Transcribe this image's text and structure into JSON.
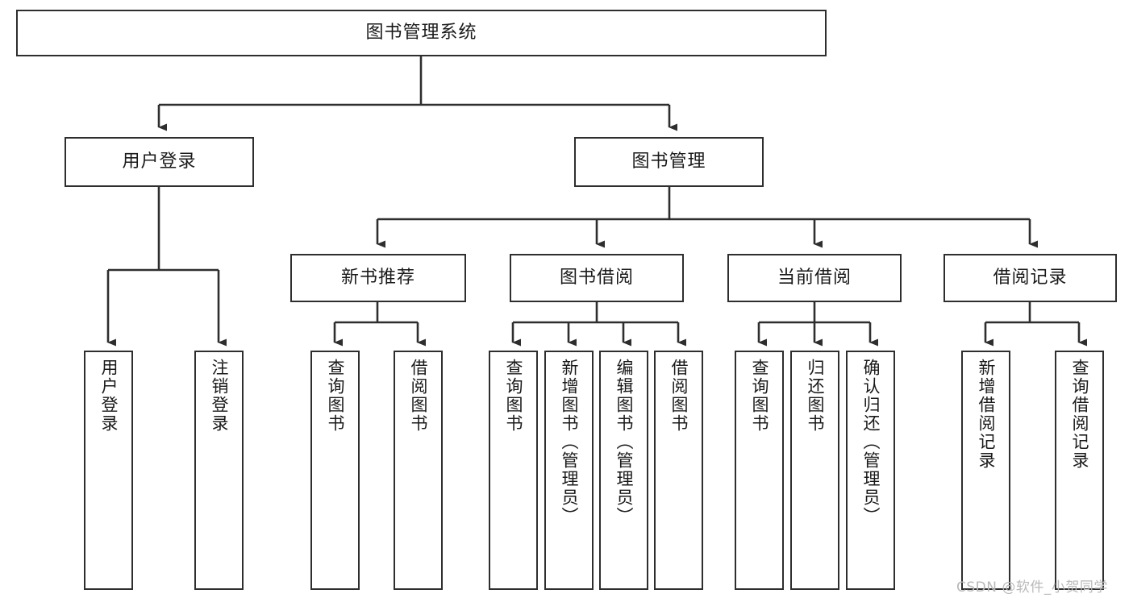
{
  "diagram": {
    "title": "图书管理系统",
    "watermark": "CSDN @软件_小贺同学",
    "colors": {
      "box_border": "#2e2e2e",
      "box_fill": "#ffffff",
      "edge": "#2e2e2e",
      "text": "#1a1a1a",
      "watermark": "#b9b9b9"
    },
    "root": {
      "id": "root",
      "label": "图书管理系统",
      "orientation": "horizontal"
    },
    "level2": [
      {
        "id": "user-login",
        "label": "用户登录",
        "orientation": "horizontal"
      },
      {
        "id": "book-manage",
        "label": "图书管理",
        "orientation": "horizontal"
      }
    ],
    "level3": [
      {
        "id": "new-book-recommend",
        "label": "新书推荐",
        "orientation": "horizontal",
        "parent": "book-manage"
      },
      {
        "id": "book-borrow",
        "label": "图书借阅",
        "orientation": "horizontal",
        "parent": "book-manage"
      },
      {
        "id": "current-borrow",
        "label": "当前借阅",
        "orientation": "horizontal",
        "parent": "book-manage"
      },
      {
        "id": "borrow-record",
        "label": "借阅记录",
        "orientation": "horizontal",
        "parent": "book-manage"
      }
    ],
    "leaves": [
      {
        "id": "leaf-user-login",
        "label": "用户登录",
        "parent": "user-login"
      },
      {
        "id": "leaf-user-logout",
        "label": "注销登录",
        "parent": "user-login"
      },
      {
        "id": "leaf-query-book-1",
        "label": "查询图书",
        "parent": "new-book-recommend"
      },
      {
        "id": "leaf-borrow-book-1",
        "label": "借阅图书",
        "parent": "new-book-recommend"
      },
      {
        "id": "leaf-query-book-2",
        "label": "查询图书",
        "parent": "book-borrow"
      },
      {
        "id": "leaf-add-book",
        "label": "新增图书（管理员）",
        "parent": "book-borrow"
      },
      {
        "id": "leaf-edit-book",
        "label": "编辑图书（管理员）",
        "parent": "book-borrow"
      },
      {
        "id": "leaf-borrow-book-2",
        "label": "借阅图书",
        "parent": "book-borrow"
      },
      {
        "id": "leaf-query-book-3",
        "label": "查询图书",
        "parent": "current-borrow"
      },
      {
        "id": "leaf-return-book",
        "label": "归还图书",
        "parent": "current-borrow"
      },
      {
        "id": "leaf-confirm-return",
        "label": "确认归还（管理员）",
        "parent": "current-borrow"
      },
      {
        "id": "leaf-add-record",
        "label": "新增借阅记录",
        "parent": "borrow-record"
      },
      {
        "id": "leaf-query-record",
        "label": "查询借阅记录",
        "parent": "borrow-record"
      }
    ]
  }
}
